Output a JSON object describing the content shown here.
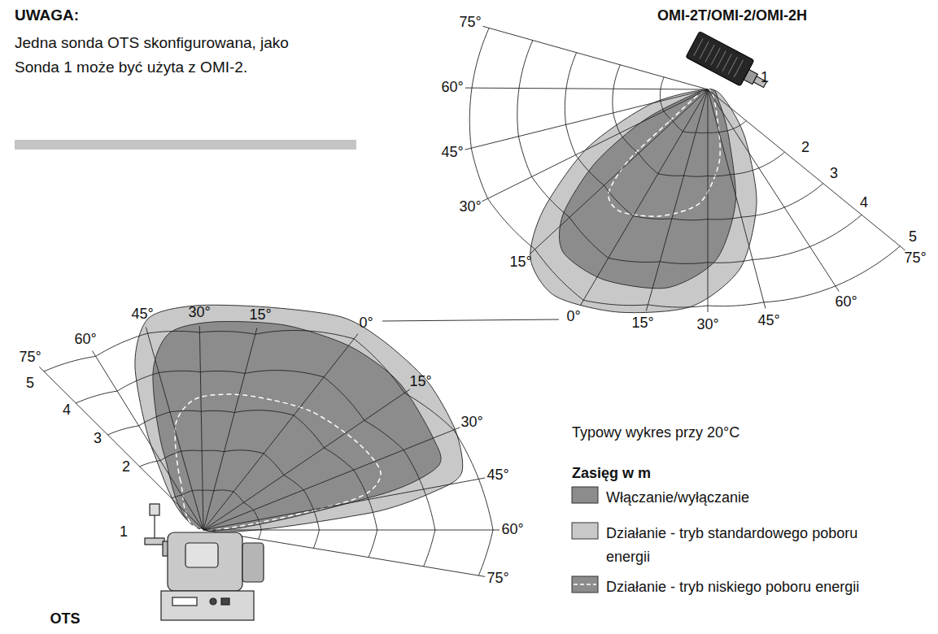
{
  "diagram": {
    "labels": [
      "UWAGA:",
      "Jedna sonda OTS skonfigurowana, jako Sonda 1 może być użyta z OMI-2.",
      "OMI-2T/OMI-2/OMI-2H",
      "75°",
      "60°",
      "45°",
      "30°",
      "15°",
      "0°",
      "15°",
      "30°",
      "45°",
      "60°",
      "75°",
      "1",
      "2",
      "3",
      "4",
      "5",
      "75°",
      "60°",
      "45°",
      "30°",
      "15°",
      "0°",
      "15°",
      "30°",
      "45°",
      "60°",
      "75°",
      "5",
      "4",
      "3",
      "2",
      "1",
      "OTS",
      "Typowy wykres przy 20°C",
      "Zasięg w m"
    ],
    "legend": [
      {
        "text": "Włączanie/wyłączanie",
        "color": "#8c8c8c"
      },
      {
        "text": "Działanie - tryb standardowego poboru energii",
        "color": "#c8c8c8"
      },
      {
        "text": "Działanie - tryb niskiego poboru energii"
      }
    ]
  }
}
